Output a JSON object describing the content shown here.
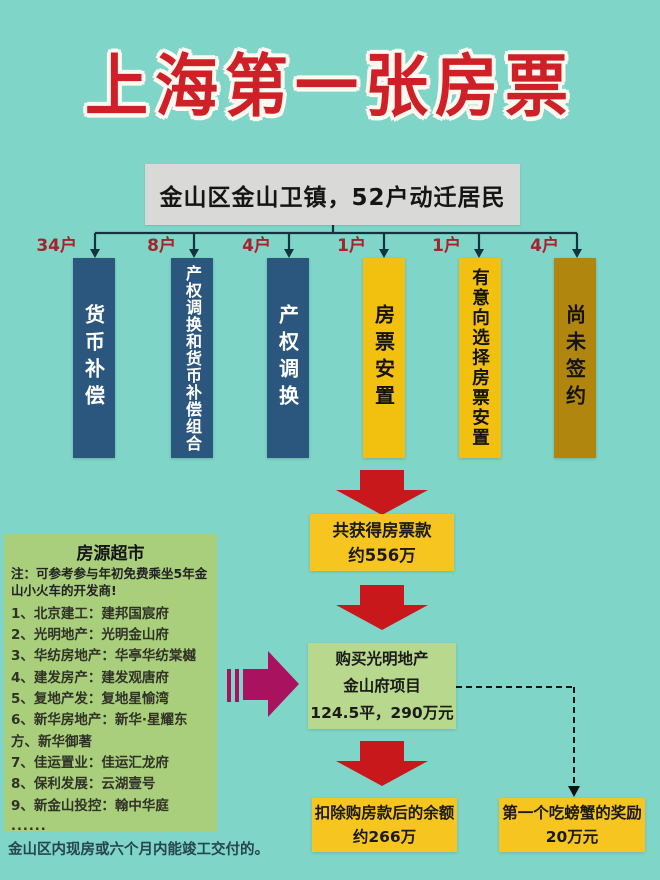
{
  "title": "上海第一张房票",
  "header": "金山区金山卫镇，52户动迁居民",
  "branches": [
    {
      "count": "34户",
      "label": "货币补偿"
    },
    {
      "count": "8户",
      "label": "产权调换和货币补偿组合"
    },
    {
      "count": "4户",
      "label": "产权调换"
    },
    {
      "count": "1户",
      "label": "房票安置"
    },
    {
      "count": "1户",
      "label": "有意向选择房票安置"
    },
    {
      "count": "4户",
      "label": "尚未签约"
    }
  ],
  "flow": {
    "ticket_total": {
      "line1": "共获得房票款",
      "line2": "约556万"
    },
    "purchase": {
      "line1": "购买光明地产",
      "line2": "金山府项目",
      "line3": "124.5平，290万元"
    },
    "balance": {
      "line1": "扣除购房款后的余额",
      "line2": "约266万"
    },
    "reward": {
      "line1": "第一个吃螃蟹的奖励",
      "line2": "20万元"
    }
  },
  "housing_market": {
    "title": "房源超市",
    "note": "注：可参考参与年初免费乘坐5年金山小火车的开发商!",
    "items": [
      "1、北京建工：建邦国宸府",
      "2、光明地产：光明金山府",
      "3、华纺房地产：华亭华纺棠樾",
      "4、建发房产：建发观唐府",
      "5、复地产发：复地星愉湾",
      "6、新华房地产：新华·星耀东方、新华御著",
      "7、佳运置业：佳运汇龙府",
      "8、保利发展：云湖壹号",
      "9、新金山投控：翰中华庭"
    ],
    "ellipsis": "......",
    "footer": "金山区内现房或六个月内能竣工交付的。"
  },
  "colors": {
    "background": "#7fd6c8",
    "title_red": "#ce2026",
    "bar_blue": "#2b567e",
    "bar_gold": "#f2c00f",
    "bar_olive": "#b1860e",
    "box_yellow": "#f7c51f",
    "box_green": "#b7d88d",
    "panel_green": "#a9cf7d",
    "arrow_red": "#c8181c",
    "arrow_magenta": "#a8125f",
    "count_red": "#a5232a"
  }
}
